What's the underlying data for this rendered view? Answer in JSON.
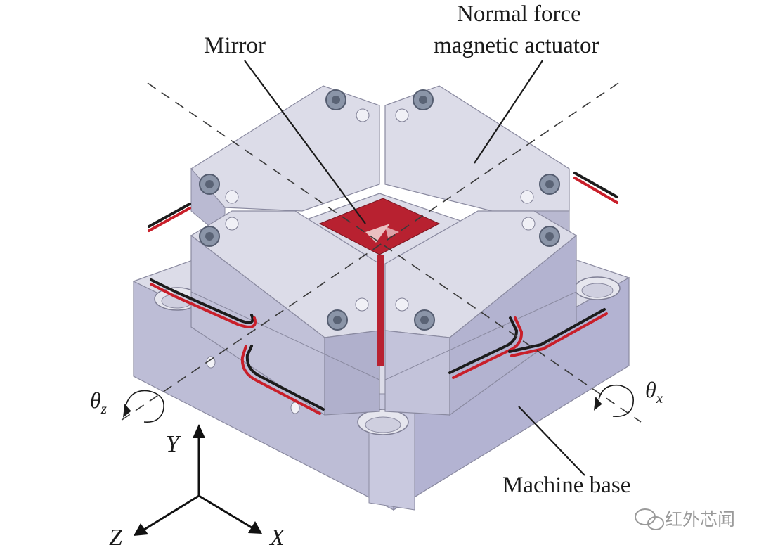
{
  "labels": {
    "mirror": "Mirror",
    "actuator_line1": "Normal force",
    "actuator_line2": "magnetic actuator",
    "machine_base": "Machine base"
  },
  "axes": {
    "y": "Y",
    "z": "Z",
    "x": "X",
    "theta": "θ",
    "theta_z_sub": "z",
    "theta_x_sub": "x"
  },
  "watermark": {
    "text": "红外芯闻"
  },
  "colors": {
    "body": "#dcdce8",
    "body_side": "#b8b8cf",
    "base_side": "#b6b6d4",
    "mirror": "#b82130",
    "wire_red": "#c91f2a",
    "wire_black": "#1c1c1c"
  }
}
